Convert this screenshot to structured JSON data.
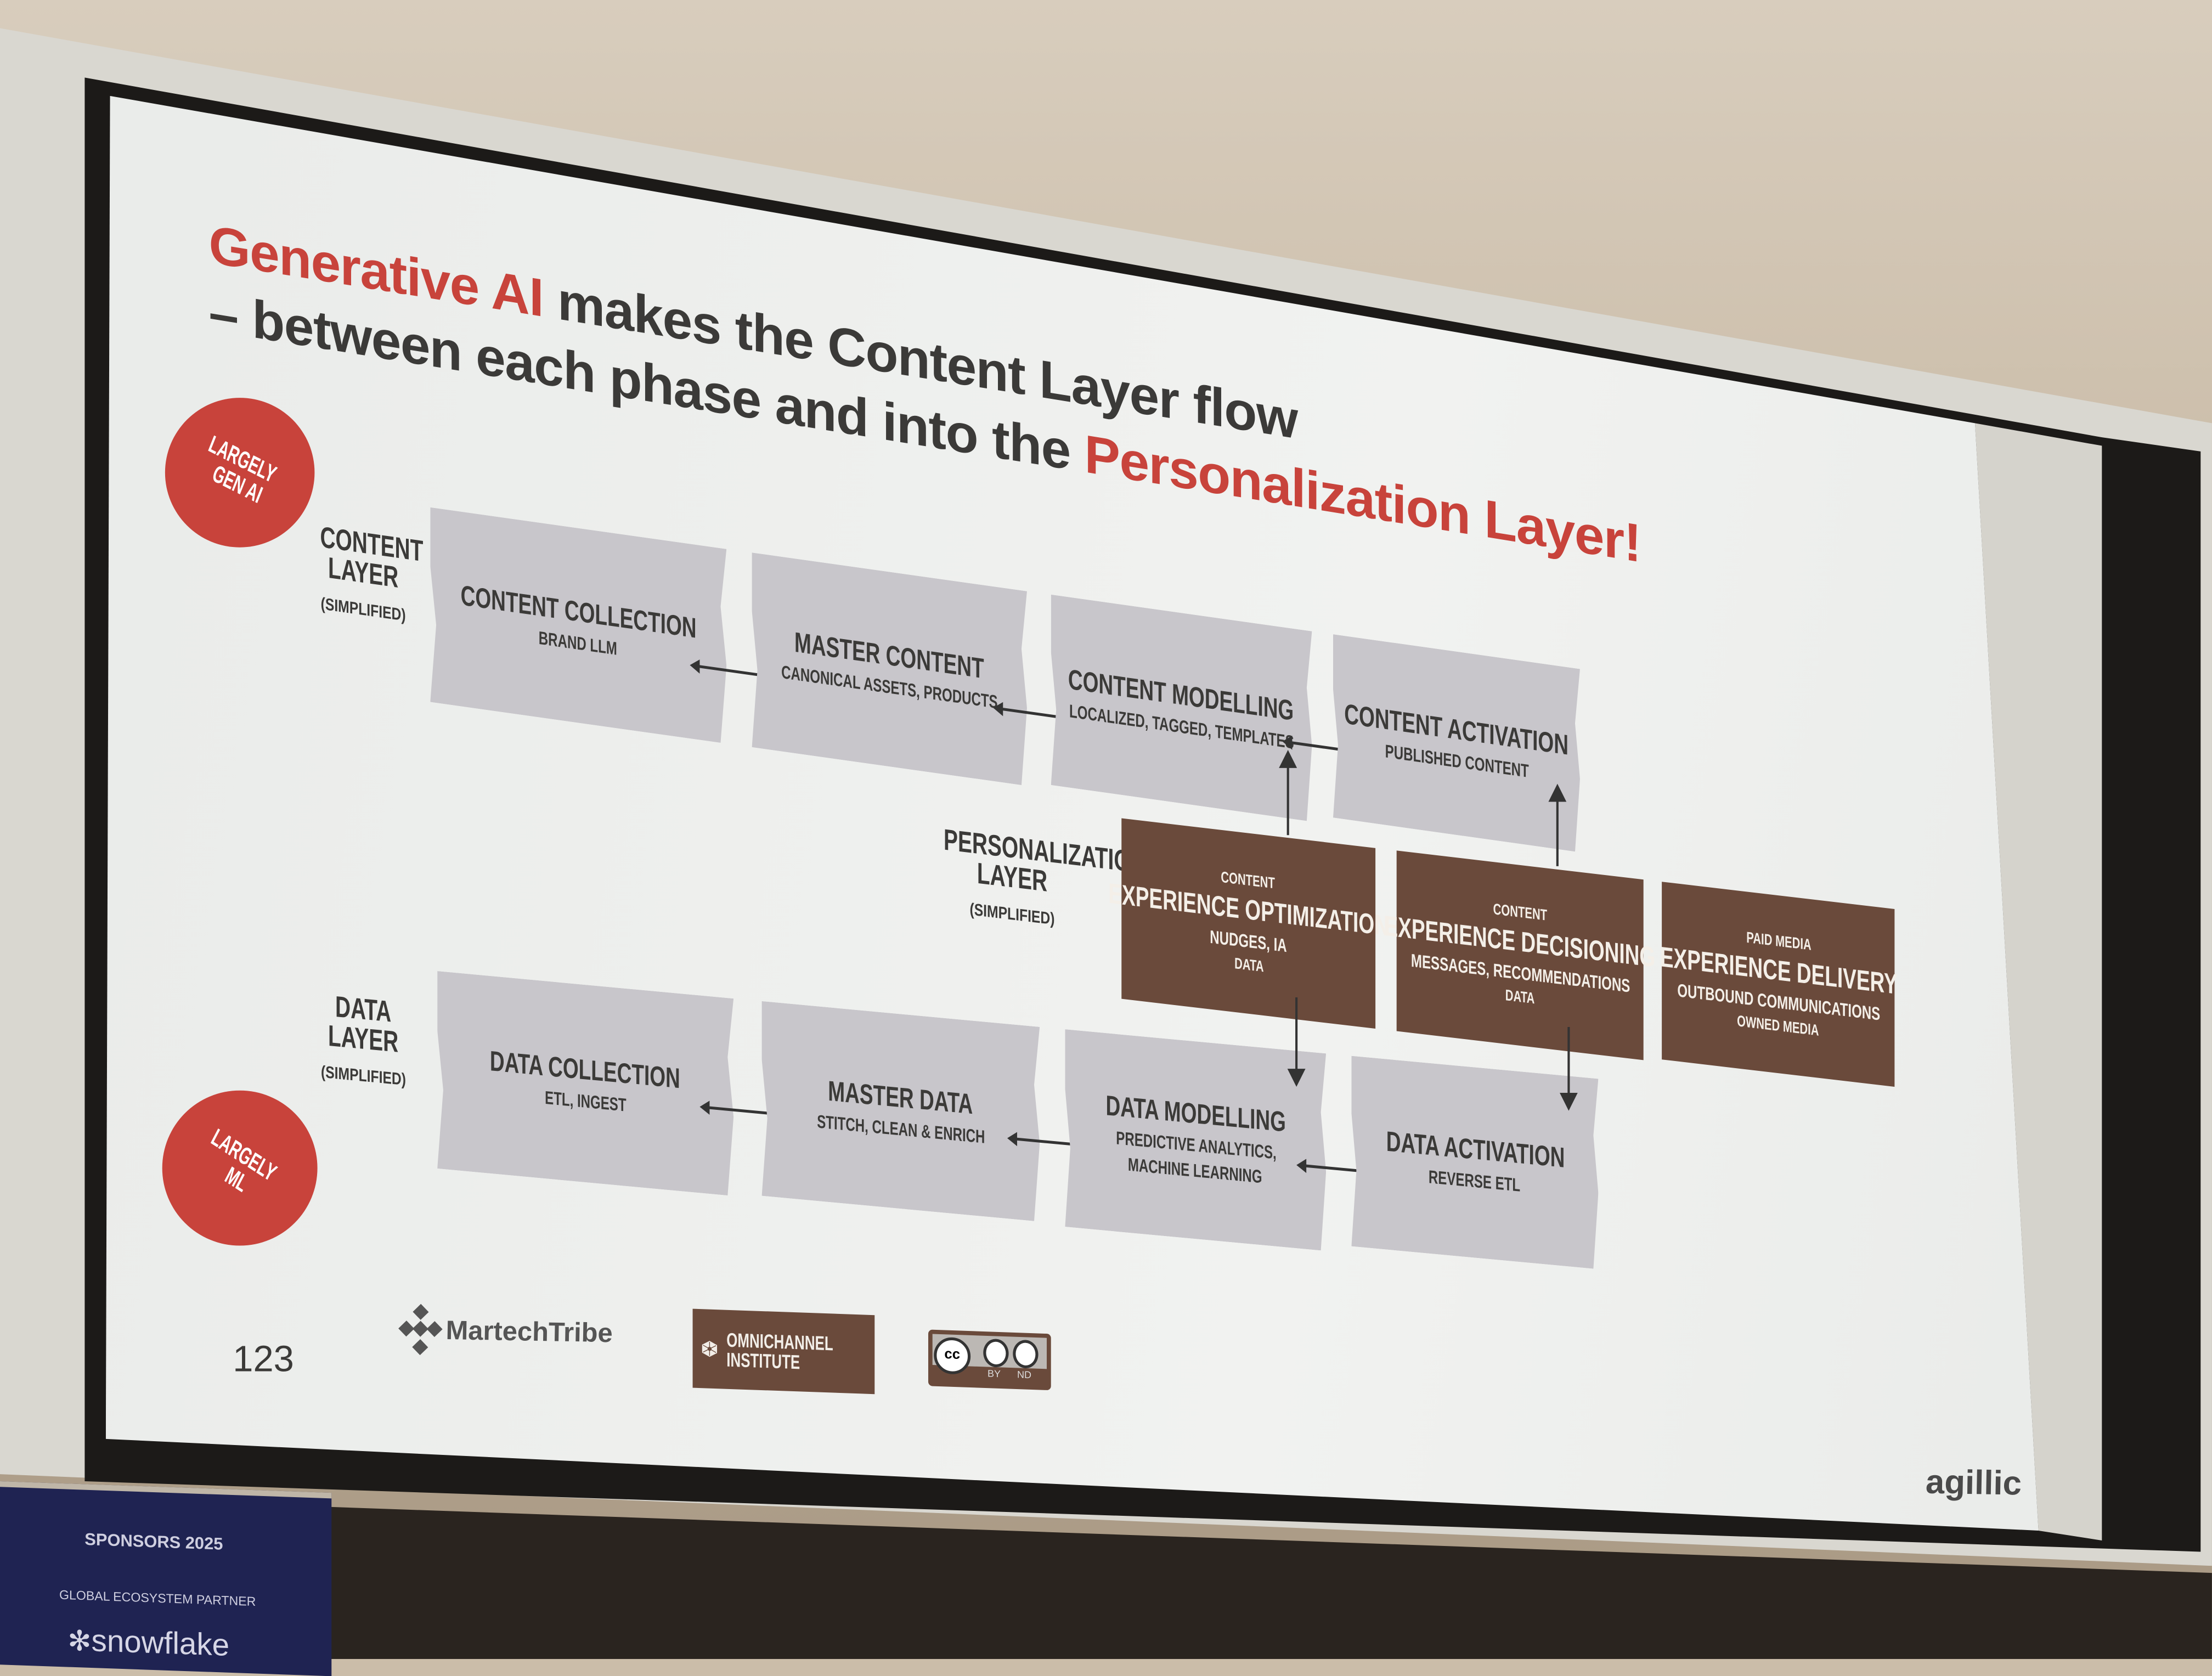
{
  "slide": {
    "title_line1": {
      "highlight": "Generative AI",
      "rest": " makes the Content Layer flow"
    },
    "title_line2": {
      "prefix": "– between each phase and into the ",
      "highlight": "Personalization Layer",
      "suffix": "!"
    },
    "badge_top": {
      "line1": "LARGELY",
      "line2": "GEN AI"
    },
    "badge_bottom": {
      "line1": "LARGELY",
      "line2": "ML"
    },
    "content_layer": {
      "label": "CONTENT LAYER",
      "note": "(SIMPLIFIED)",
      "boxes": [
        {
          "title": "CONTENT COLLECTION",
          "sub": "BRAND LLM"
        },
        {
          "title": "MASTER CONTENT",
          "sub": "CANONICAL ASSETS, PRODUCTS"
        },
        {
          "title": "CONTENT MODELLING",
          "sub": "LOCALIZED, TAGGED, TEMPLATES"
        },
        {
          "title": "CONTENT ACTIVATION",
          "sub": "PUBLISHED CONTENT"
        }
      ]
    },
    "personalization_layer": {
      "label": "PERSONALIZATION LAYER",
      "note": "(SIMPLIFIED)",
      "boxes": [
        {
          "top": "CONTENT",
          "title": "EXPERIENCE OPTIMIZATION",
          "sub": "NUDGES, IA",
          "bottom": "DATA"
        },
        {
          "top": "CONTENT",
          "title": "EXPERIENCE DECISIONING",
          "sub": "MESSAGES, RECOMMENDATIONS",
          "bottom": "DATA"
        },
        {
          "top": "PAID MEDIA",
          "title": "EXPERIENCE DELIVERY",
          "sub": "OUTBOUND COMMUNICATIONS",
          "bottom": "OWNED MEDIA"
        }
      ]
    },
    "data_layer": {
      "label": "DATA LAYER",
      "note": "(SIMPLIFIED)",
      "boxes": [
        {
          "title": "DATA COLLECTION",
          "sub": "ETL, INGEST"
        },
        {
          "title": "MASTER DATA",
          "sub": "STITCH, CLEAN & ENRICH"
        },
        {
          "title": "DATA MODELLING",
          "sub": "PREDICTIVE ANALYTICS,",
          "sub2": "MACHINE LEARNING"
        },
        {
          "title": "DATA ACTIVATION",
          "sub": "REVERSE ETL"
        }
      ]
    },
    "footer": {
      "page_number": "123",
      "martechtribe": "MartechTribe",
      "omnichannel_line1": "OMNICHANNEL",
      "omnichannel_line2": "INSTITUTE",
      "license": {
        "cc": "cc",
        "by": "BY",
        "nd": "ND"
      },
      "brand": "agillic"
    },
    "colors": {
      "accent_red": "#c8433b",
      "brown": "#6a4a3b",
      "grey_box": "#c8c6cb"
    }
  },
  "room": {
    "banner_title": "SPONSORS 2025",
    "banner_subtitle": "GLOBAL ECOSYSTEM PARTNER",
    "banner_logo": "snowflake"
  }
}
